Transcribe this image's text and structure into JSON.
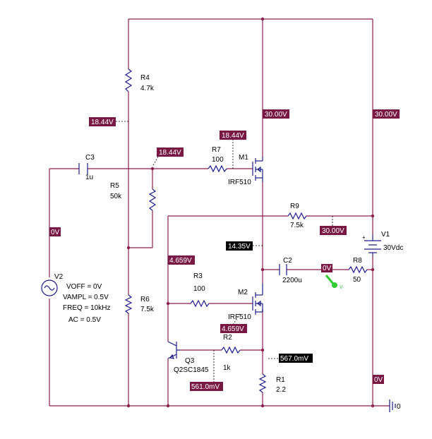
{
  "colors": {
    "wire": "#8c1d4f",
    "component": "#1a1a8c",
    "voltage_tag": "#7a1845",
    "current_tag": "#000000",
    "probe": "#33cc33"
  },
  "components": {
    "r4": {
      "name": "R4",
      "value": "4.7k"
    },
    "r5": {
      "name": "R5",
      "value": "50k"
    },
    "r6": {
      "name": "R6",
      "value": "7.5k"
    },
    "r7": {
      "name": "R7",
      "value": "100"
    },
    "r3": {
      "name": "R3",
      "value": "100"
    },
    "r2": {
      "name": "R2",
      "value": "1k"
    },
    "r1": {
      "name": "R1",
      "value": "2.2"
    },
    "r9": {
      "name": "R9",
      "value": "7.5k"
    },
    "r8": {
      "name": "R8",
      "value": "50"
    },
    "c3": {
      "name": "C3",
      "value": "1u"
    },
    "c2": {
      "name": "C2",
      "value": "2200u"
    },
    "m1": {
      "name": "M1",
      "model": "IRF510"
    },
    "m2": {
      "name": "M2",
      "model": "IRF510"
    },
    "q3": {
      "name": "Q3",
      "model": "Q2SC1845"
    },
    "v1": {
      "name": "V1",
      "value": "30Vdc"
    },
    "v2": {
      "name": "V2",
      "params": [
        "VOFF = 0V",
        "VAMPL = 0.5V",
        "FREQ = 10kHz",
        "AC = 0.5V"
      ]
    },
    "ground": {
      "label": "0"
    }
  },
  "voltages": {
    "r4_bottom": "18.44V",
    "r7_left": "18.44V",
    "m1_gate": "18.44V",
    "m1_drain_left": "30.00V",
    "v1_top": "30.00V",
    "r9_right": "30.00V",
    "input": "0V",
    "m1_source": "14.35V",
    "c2_right": "0V",
    "q3_collector": "4.659V",
    "m2_gate": "4.659V",
    "r1_top": "567.0mV",
    "q3_base": "561.0mV",
    "v1_bottom": "0V"
  }
}
